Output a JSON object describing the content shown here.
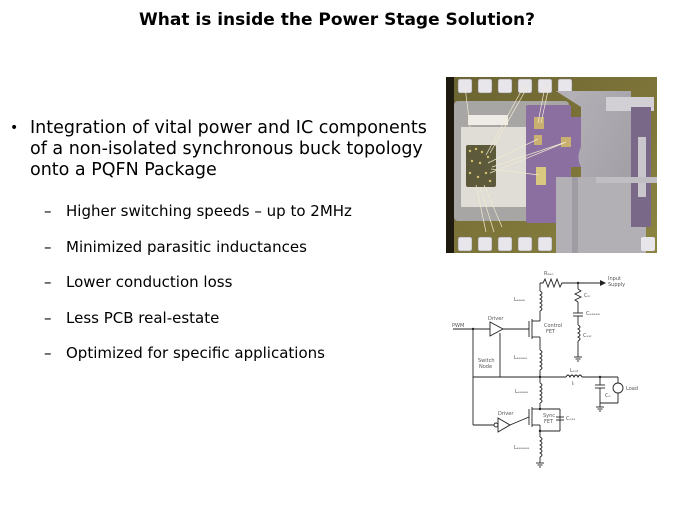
{
  "slide": {
    "title": "What is inside the Power Stage Solution?",
    "main_bullet": {
      "symbol": "•",
      "text": "Integration of vital power and IC components of a non-isolated synchronous buck topology onto a PQFN Package"
    },
    "sub_bullets": [
      {
        "symbol": "–",
        "text": "Higher switching speeds – up to 2MHz"
      },
      {
        "symbol": "–",
        "text": "Minimized parasitic inductances"
      },
      {
        "symbol": "–",
        "text": "Lower conduction loss"
      },
      {
        "symbol": "–",
        "text": "Less PCB real-estate"
      },
      {
        "symbol": "–",
        "text": "Optimized for specific applications"
      }
    ],
    "photo": {
      "description": "Die photo of PQFN power stage package"
    },
    "schematic": {
      "labels": {
        "rsrc": "Rₐₑₒ",
        "input_supply_1": "Input",
        "input_supply_2": "Supply",
        "ldrain": "Lₑₑₑₑ",
        "cin": "Cᵢₙ",
        "cbypass": "Cₑₑₑₑₑ",
        "cesl": "Cₑₛₗ",
        "driver_top": "Driver",
        "pwm": "PWM",
        "control_fet_1": "Control",
        "control_fet_2": "FET",
        "lsource_top": "Lₑₑₑₑₑ",
        "switch_node_1": "Switch",
        "switch_node_2": "Node",
        "lout": "Lₒᵤₜ",
        "il": "Iₗ",
        "ldrain_sync": "Lₑₑₑₑₑ",
        "cout": "Cₒ",
        "load": "Load",
        "driver_bottom": "Driver",
        "sync_fet_1": "Sync",
        "sync_fet_2": "FET",
        "coss": "Cₒₛₛ",
        "lsource_bottom": "Lₑₑₑₑₑₑ"
      }
    }
  }
}
